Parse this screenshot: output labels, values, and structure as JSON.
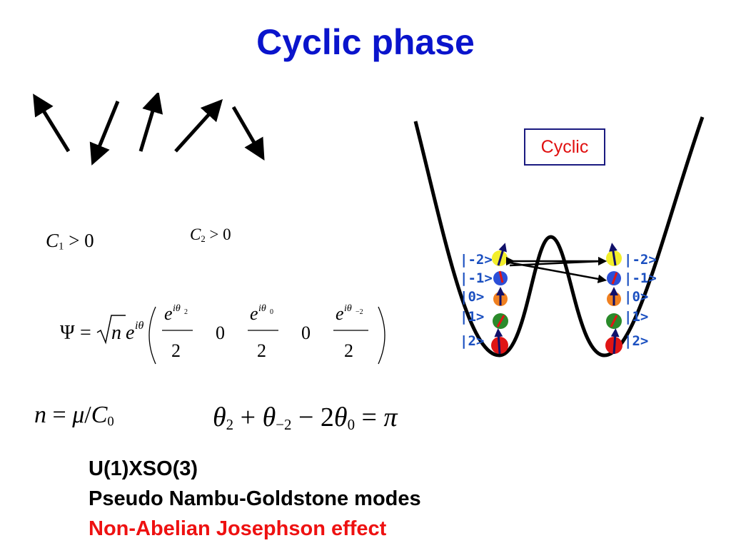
{
  "title": "Cyclic phase",
  "c1_label": "C",
  "c1_sub": "1",
  "c1_rel": " > 0",
  "c2_label": "C",
  "c2_sub": "2",
  "c2_rel": " > 0",
  "psi_equation": {
    "psi": "Ψ",
    "eq": "=",
    "root_arg": "n",
    "e": "e",
    "phase": "iθ",
    "entries": [
      {
        "num": "e",
        "exp": "iθ",
        "exp_sub": "2",
        "den": "2"
      },
      {
        "value": "0"
      },
      {
        "num": "e",
        "exp": "iθ",
        "exp_sub": "0",
        "den": "2"
      },
      {
        "value": "0"
      },
      {
        "num": "e",
        "exp": "iθ",
        "exp_sub": "−2",
        "den": "2"
      }
    ]
  },
  "density_equation": {
    "lhs": "n",
    "eq": " = ",
    "mu": "μ",
    "slash": "/",
    "c": "C",
    "c_sub": "0"
  },
  "theta_equation": {
    "t1": "θ",
    "t1_sub": "2",
    "plus": " + ",
    "t2": "θ",
    "t2_sub": "−2",
    "minus": " − 2",
    "t3": "θ",
    "t3_sub": "0",
    "eq": " = ",
    "rhs": "π"
  },
  "bottom_lines": [
    {
      "text": "U(1)XSO(3)",
      "color": "#000000"
    },
    {
      "text": "Pseudo Nambu-Goldstone modes",
      "color": "#000000"
    },
    {
      "text": "Non-Abelian Josephson effect",
      "color": "#ee1111"
    }
  ],
  "cyclic_label": "Cyclic",
  "well_left_labels": [
    "|-2>",
    "|-1>",
    "|0>",
    "|1>",
    "|2>"
  ],
  "well_right_labels": [
    "|-2>",
    "|-1>",
    "|0>",
    "|1>",
    "|2>"
  ],
  "colors": {
    "title": "#0a14cc",
    "state_m2": "#f2ee2a",
    "state_m1": "#2b4fd8",
    "state_0": "#f08020",
    "state_1": "#2a8a2a",
    "state_2": "#e01515",
    "label_blue": "#1a4fc0"
  }
}
